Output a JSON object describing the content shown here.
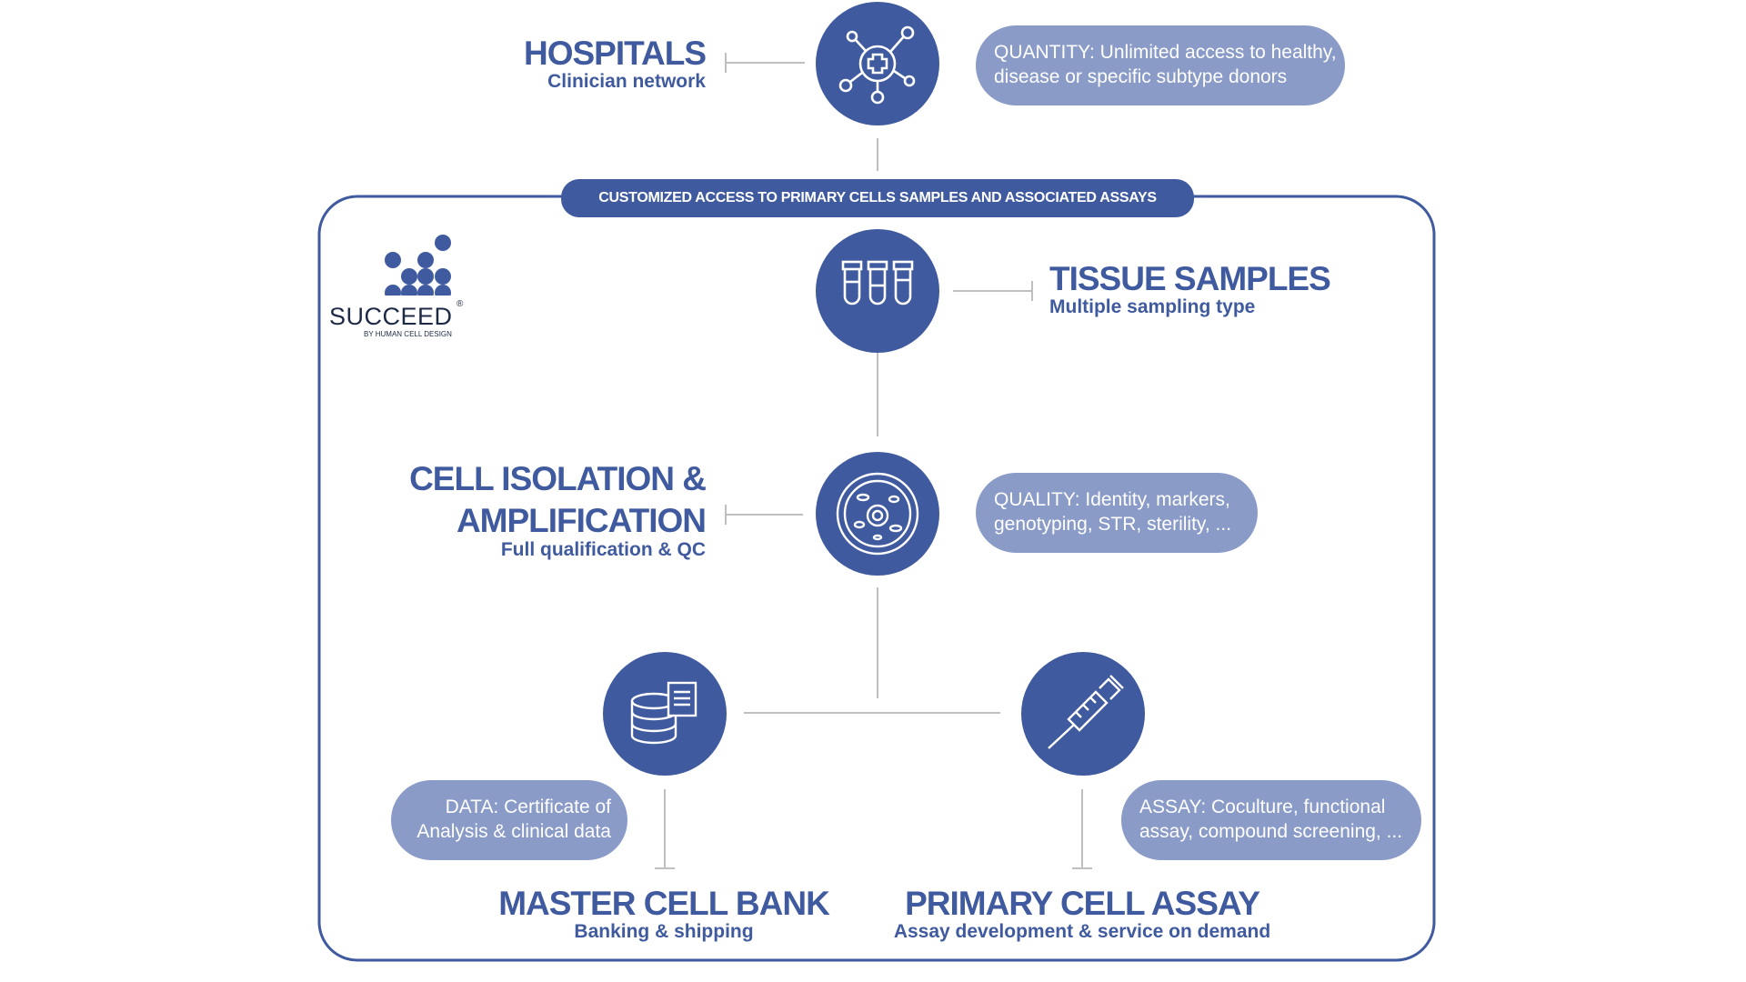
{
  "colors": {
    "primary": "#3f5a9e",
    "pill": "#8a9bc8",
    "connector": "#bfbfbf"
  },
  "banner": "CUSTOMIZED ACCESS TO PRIMARY CELLS SAMPLES AND ASSOCIATED ASSAYS",
  "logo": {
    "name": "SUCCEED",
    "registered": "®",
    "tagline": "BY HUMAN CELL DESIGN"
  },
  "nodes": {
    "hospitals": {
      "title": "HOSPITALS",
      "subtitle": "Clinician network",
      "icon": "network-cross-icon"
    },
    "tissue": {
      "title": "TISSUE SAMPLES",
      "subtitle": "Multiple sampling type",
      "icon": "test-tubes-icon"
    },
    "isolation": {
      "title_line1": "CELL ISOLATION &",
      "title_line2": "AMPLIFICATION",
      "subtitle": "Full qualification & QC",
      "icon": "cell-icon"
    },
    "bank": {
      "title": "MASTER CELL BANK",
      "subtitle": "Banking & shipping",
      "icon": "database-documents-icon"
    },
    "assay": {
      "title": "PRIMARY CELL ASSAY",
      "subtitle": "Assay development & service on demand",
      "icon": "pipette-icon"
    }
  },
  "pills": {
    "quantity": {
      "line1": "QUANTITY: Unlimited access to healthy,",
      "line2": "disease or specific subtype donors"
    },
    "quality": {
      "line1": "QUALITY: Identity, markers,",
      "line2": "genotyping, STR, sterility, ..."
    },
    "data": {
      "line1": "DATA: Certificate of",
      "line2": "Analysis & clinical data"
    },
    "assay": {
      "line1": "ASSAY: Coculture, functional",
      "line2": "assay, compound screening, ..."
    }
  }
}
